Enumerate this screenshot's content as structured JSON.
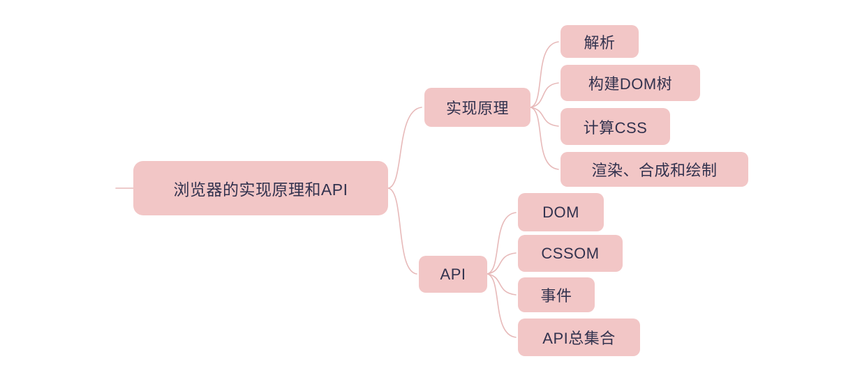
{
  "palette": {
    "node_fill": "#f2c6c6",
    "node_text": "#32324e",
    "connector": "#e7b9b9"
  },
  "mindmap": {
    "root": {
      "label": "浏览器的实现原理和API"
    },
    "branches": [
      {
        "label": "实现原理",
        "children": [
          {
            "label": "解析"
          },
          {
            "label": "构建DOM树"
          },
          {
            "label": "计算CSS"
          },
          {
            "label": "渲染、合成和绘制"
          }
        ]
      },
      {
        "label": "API",
        "children": [
          {
            "label": "DOM"
          },
          {
            "label": "CSSOM"
          },
          {
            "label": "事件"
          },
          {
            "label": "API总集合"
          }
        ]
      }
    ]
  }
}
